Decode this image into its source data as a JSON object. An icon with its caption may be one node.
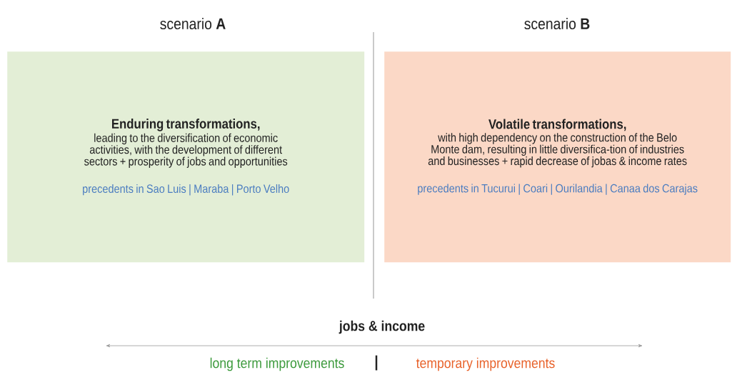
{
  "diagram": {
    "nodes": [
      {
        "text": [
          "Enduring transformations,",
          "leading to the diversification of economic activities, with the development of different sectors + prosperity of jobs and opportunities",
          "precedents in Sao Luis | Maraba | Porto Velho"
        ]
      },
      {
        "text": [
          "Volatile transformations,",
          "with high dependency on the construction of the Belo Monte dam, resulting in little diversifica-tion of industries and businesses + rapid decrease of jobas & income rates",
          "precedents in Tucurui | Coari | Ourilandia | Canaa dos Carajas"
        ]
      }
    ],
    "labels": [
      "scenario **A**",
      "scenario **B**",
      "jobs & income",
      "long term improvements",
      "|",
      "temporary improvements"
    ]
  }
}
